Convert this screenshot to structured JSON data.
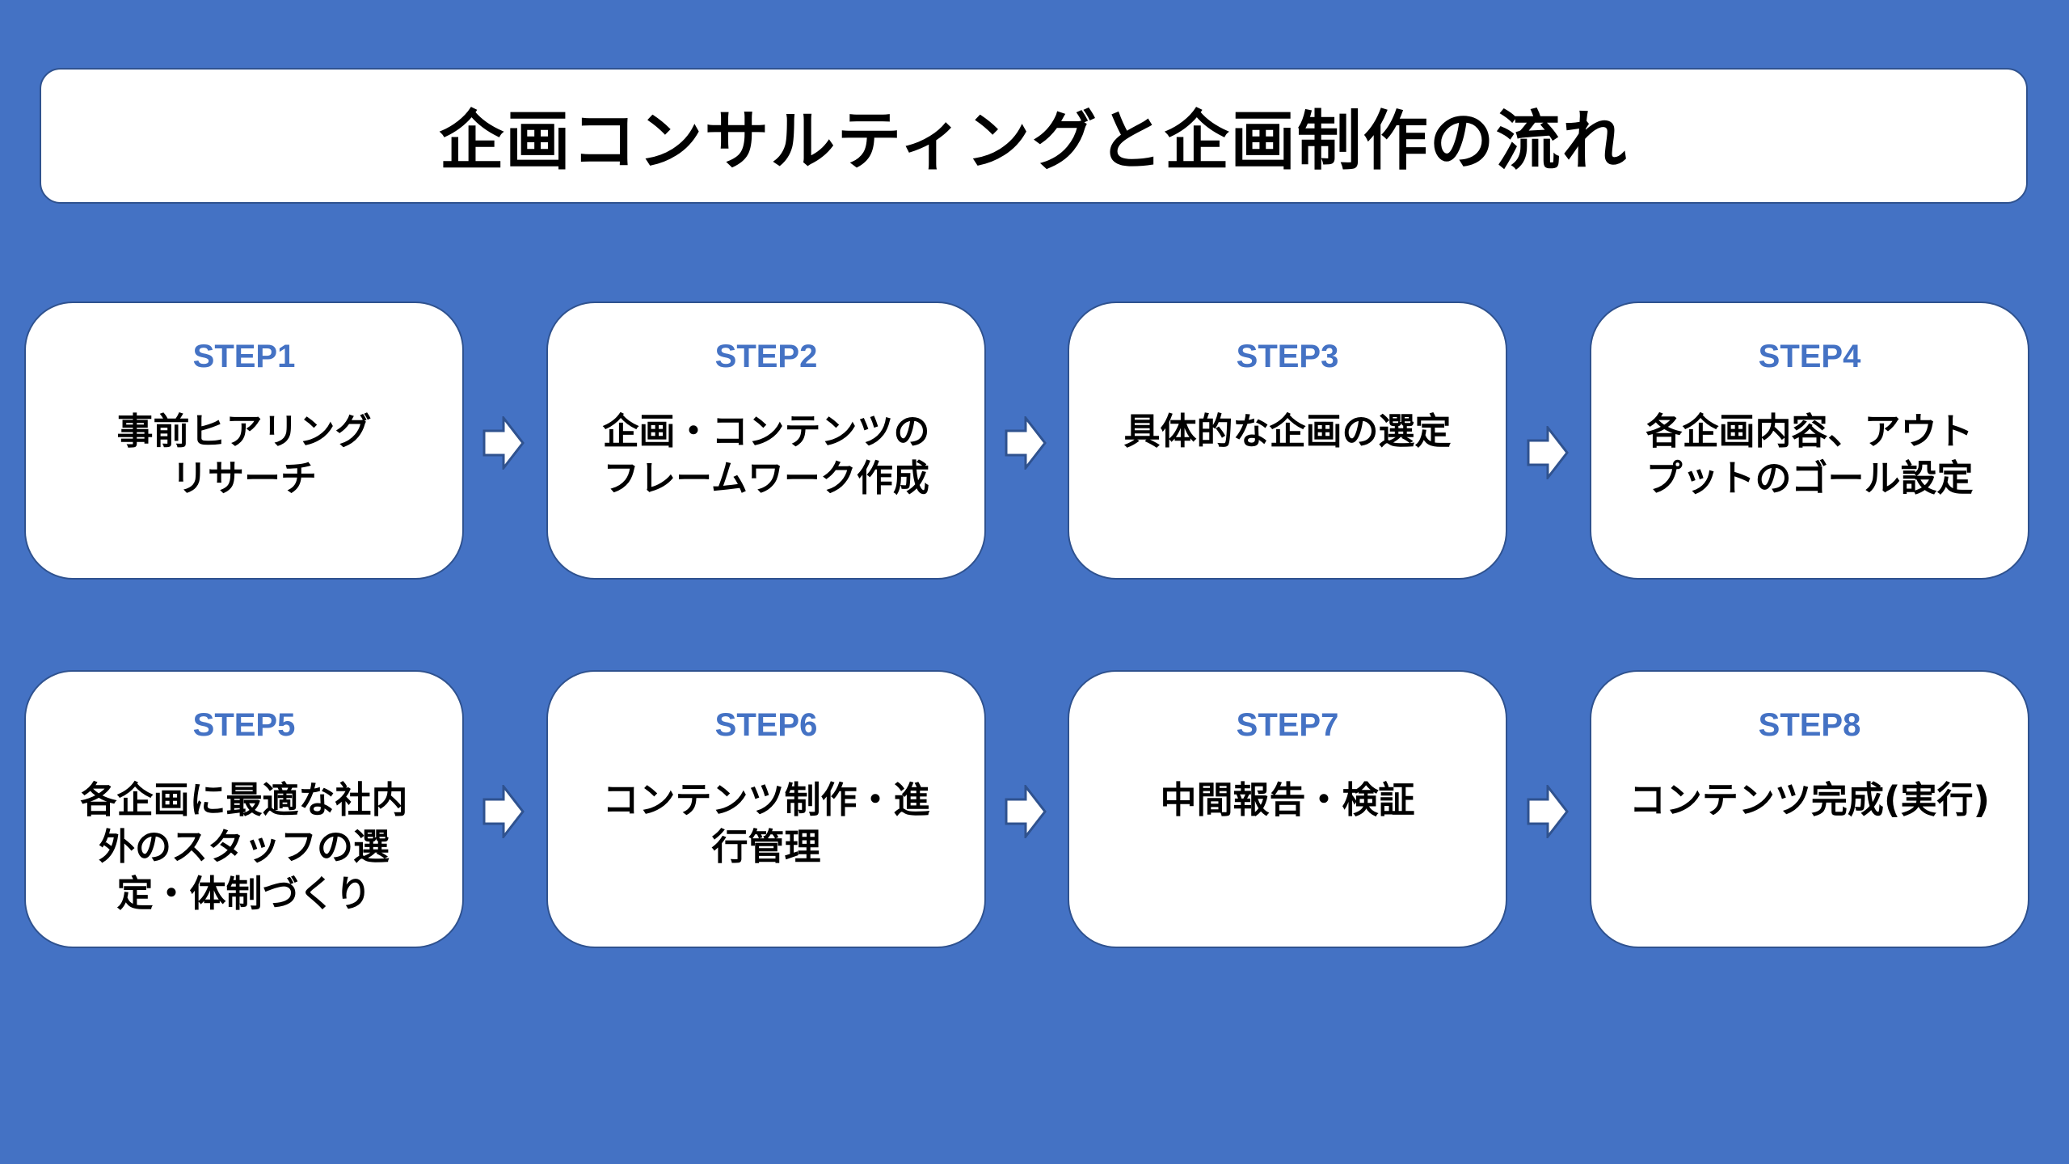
{
  "title": "企画コンサルティングと企画制作の流れ",
  "steps": [
    {
      "label": "STEP1",
      "desc": "事前ヒアリング\nリサーチ"
    },
    {
      "label": "STEP2",
      "desc": "企画・コンテンツの\nフレームワーク作成"
    },
    {
      "label": "STEP3",
      "desc": "具体的な企画の選定"
    },
    {
      "label": "STEP4",
      "desc": "各企画内容、アウト\nプットのゴール設定"
    },
    {
      "label": "STEP5",
      "desc": "各企画に最適な社内\n外のスタッフの選\n定・体制づくり"
    },
    {
      "label": "STEP6",
      "desc": "コンテンツ制作・進\n行管理"
    },
    {
      "label": "STEP7",
      "desc": "中間報告・検証"
    },
    {
      "label": "STEP8",
      "desc": "コンテンツ完成(実行)"
    }
  ],
  "colors": {
    "background": "#4472c4",
    "card": "#ffffff",
    "card_border": "#2f528f",
    "step_label": "#4472c4",
    "text": "#000000"
  },
  "icons": {
    "arrow": "right-arrow-icon"
  }
}
